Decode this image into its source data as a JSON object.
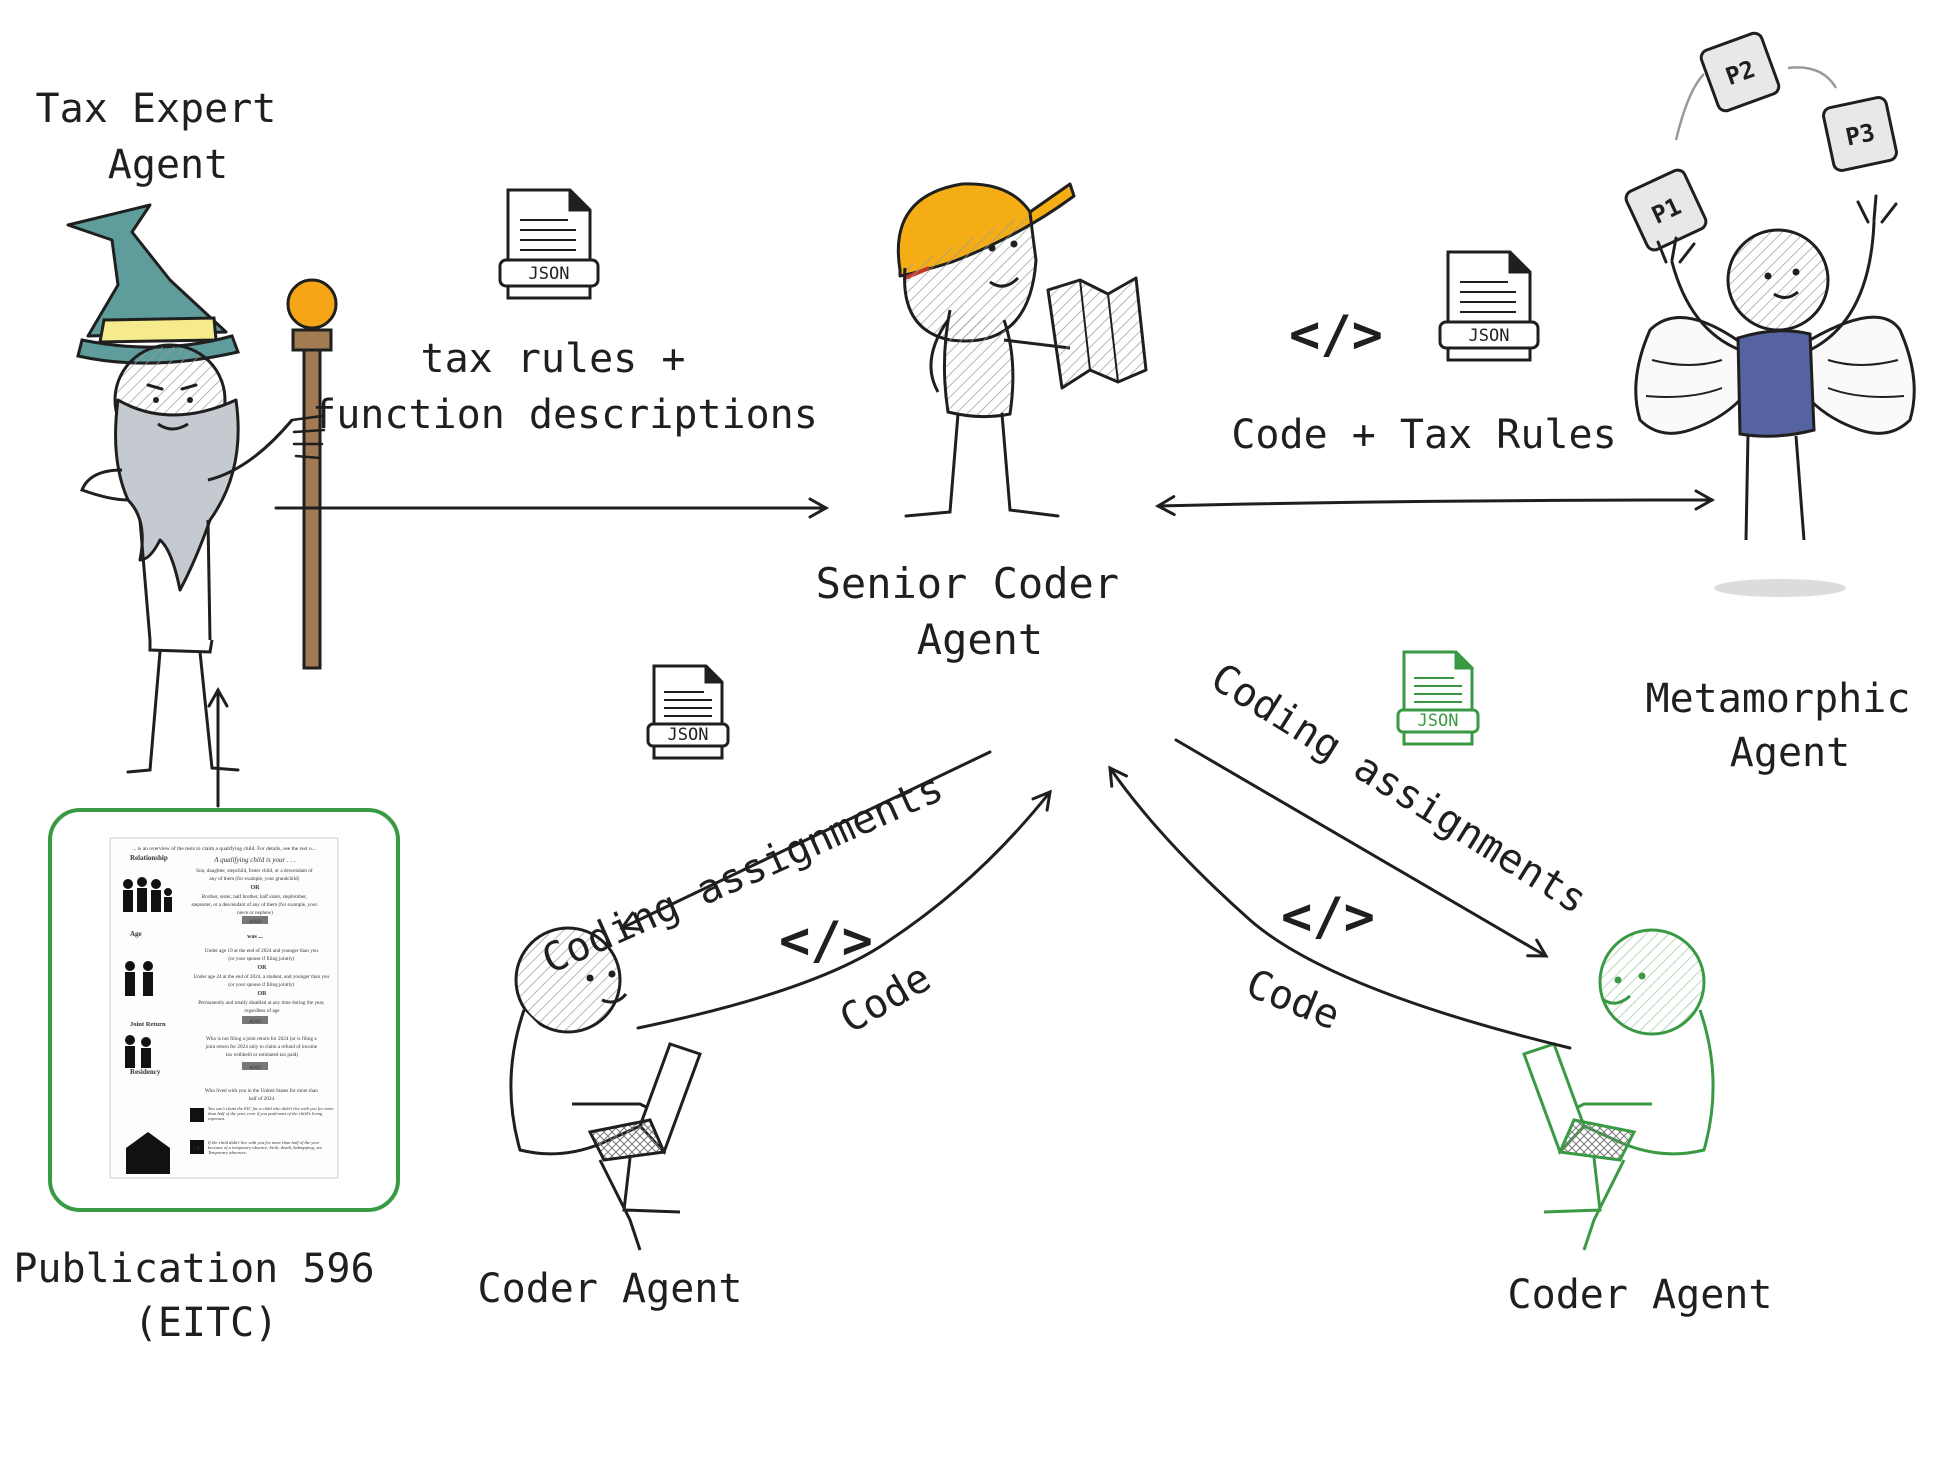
{
  "labels": {
    "tax_expert": [
      "Tax Expert",
      "Agent"
    ],
    "senior_coder": [
      "Senior Coder",
      "Agent"
    ],
    "metamorphic": [
      "Metamorphic",
      "Agent"
    ],
    "coder_left": "Coder Agent",
    "coder_right": "Coder Agent",
    "publication": [
      "Publication 596",
      "(EITC)"
    ]
  },
  "edges": {
    "tax_to_senior": [
      "tax rules +",
      "function descriptions"
    ],
    "senior_meta": "Code + Tax Rules",
    "assign_left": "Coding assignments",
    "assign_right": "Coding assignments",
    "code_left": "Code",
    "code_right": "Code"
  },
  "icons": {
    "json": "JSON",
    "code": "</>",
    "pages": [
      "P1",
      "P2",
      "P3"
    ]
  },
  "document": {
    "header": "... is an overview of the tests to claim a qualifying child. For details, see the rest o...",
    "sections": [
      "Relationship",
      "Age",
      "Joint Return",
      "Residency"
    ],
    "and": "AND",
    "or": "OR",
    "was": "was ...",
    "tip": "TIP",
    "rel_title": "A qualifying child is your . . .",
    "rel_line1": "Son, daughter, stepchild, foster child, or a descendant of",
    "rel_line2": "any of them (for example, your grandchild)",
    "rel_line3": "Brother, sister, half brother, half sister, stepbrother,",
    "rel_line4": "stepsister, or a descendant of any of them (for example, your",
    "rel_line5": "niece or nephew)",
    "age_line1": "Under age 19 at the end of 2024 and younger than you",
    "age_line2": "(or your spouse if filing jointly)",
    "age_line3": "Under age 24 at the end of 2024, a student, and younger than you",
    "age_line4": "(or your spouse if filing jointly)",
    "age_line5": "Permanently and totally disabled at any time during the year,",
    "age_line6": "regardless of age",
    "jr_line1": "Who is not filing a joint return for 2024 (or is filing a",
    "jr_line2": "joint return for 2024 only to claim a refund of income",
    "jr_line3": "tax withheld or estimated tax paid)",
    "res_line1": "Who lived with you in the United States for more than",
    "res_line2": "half of 2024.",
    "note1": "You can't claim the EIC for a child who didn't live with you for more than half of the year, even if you paid most of the child's living expenses.",
    "note2": "If the child didn't live with you for more than half of the year because of a temporary absence, birth, death, kidnapping, see Temporary absences."
  },
  "colors": {
    "ink": "#1f1f1f",
    "green": "#3a9a44",
    "hat_yellow": "#f5ad16",
    "wizard_hat": "#5e9d9c",
    "wizard_band": "#f5eb8c",
    "beard": "#c4cad0",
    "staff": "#a27b55",
    "orb": "#f5a516",
    "shirt": "#5563a0",
    "code_blue": "#2a6fd6"
  }
}
